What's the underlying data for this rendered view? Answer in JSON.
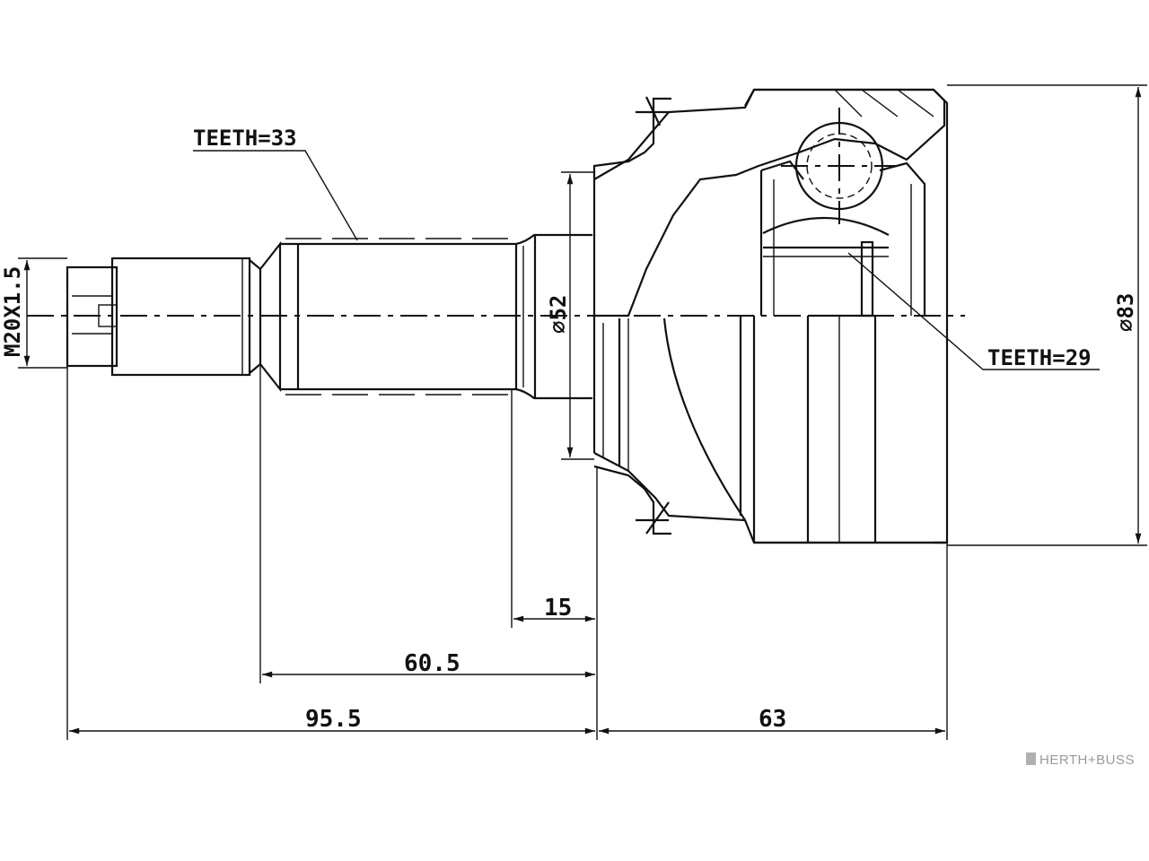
{
  "labels": {
    "teeth_outer": "TEETH=33",
    "teeth_inner": "TEETH=29",
    "thread": "M20X1.5",
    "diameter_seat": "⌀52",
    "diameter_outer": "⌀83"
  },
  "dimensions": {
    "d15": "15",
    "d60_5": "60.5",
    "d95_5": "95.5",
    "d63": "63"
  },
  "brand": {
    "logo": "HERTH+BUSS"
  }
}
